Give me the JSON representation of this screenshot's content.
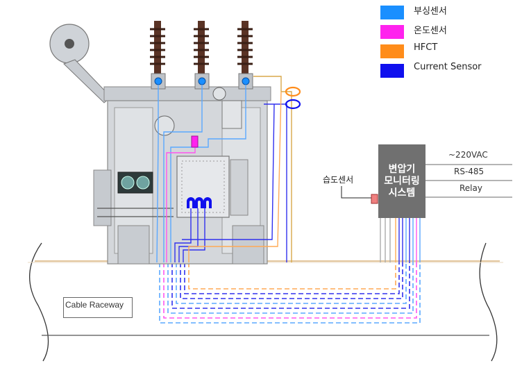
{
  "legend": [
    {
      "label": "부싱센서",
      "color": "#1a8fff"
    },
    {
      "label": "온도센서",
      "color": "#ff22ee"
    },
    {
      "label": "HFCT",
      "color": "#ff8c1a"
    },
    {
      "label": "Current Sensor",
      "color": "#1010ee"
    }
  ],
  "system": {
    "title_line1": "변압기",
    "title_line2": "모니터링",
    "title_line3": "시스템"
  },
  "signals": [
    "~220VAC",
    "RS-485",
    "Relay"
  ],
  "humidity_sensor_label": "습도센서",
  "raceway_label": "Cable Raceway"
}
